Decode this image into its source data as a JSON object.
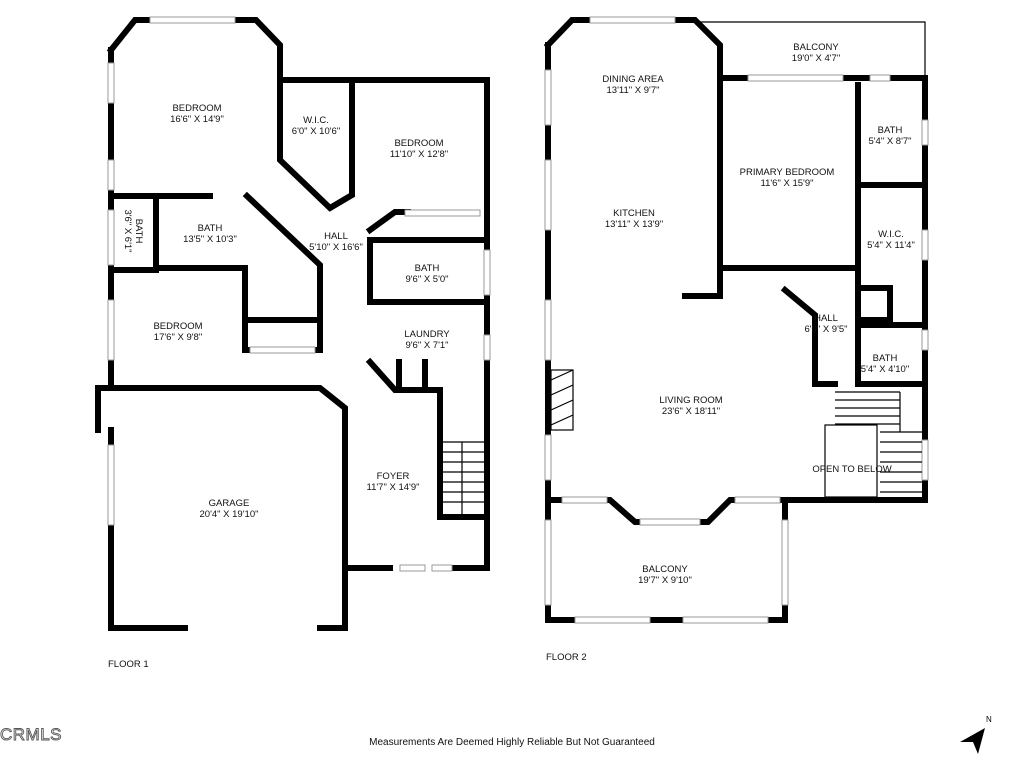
{
  "rooms": [
    {
      "id": "f1-bedroom-a",
      "name": "BEDROOM",
      "dims": "16'6\" X 14'9\""
    },
    {
      "id": "f1-wic",
      "name": "W.I.C.",
      "dims": "6'0\" X 10'6\""
    },
    {
      "id": "f1-bedroom-b",
      "name": "BEDROOM",
      "dims": "11'10\" X 12'8\""
    },
    {
      "id": "f1-bath-main",
      "name": "BATH",
      "dims": "13'5\" X 10'3\""
    },
    {
      "id": "f1-hall",
      "name": "HALL",
      "dims": "5'10\" X 16'6\""
    },
    {
      "id": "f1-bath-b",
      "name": "BATH",
      "dims": "9'6\" X 5'0\""
    },
    {
      "id": "f1-bedroom-c",
      "name": "BEDROOM",
      "dims": "17'6\" X 9'8\""
    },
    {
      "id": "f1-laundry",
      "name": "LAUNDRY",
      "dims": "9'6\" X 7'1\""
    },
    {
      "id": "f1-foyer",
      "name": "FOYER",
      "dims": "11'7\" X 14'9\""
    },
    {
      "id": "f1-garage",
      "name": "GARAGE",
      "dims": "20'4\" X 19'10\""
    },
    {
      "id": "f2-dining",
      "name": "DINING AREA",
      "dims": "13'11\" X 9'7\""
    },
    {
      "id": "f2-balcony-top",
      "name": "BALCONY",
      "dims": "19'0\" X 4'7\""
    },
    {
      "id": "f2-bath-a",
      "name": "BATH",
      "dims": "5'4\" X 8'7\""
    },
    {
      "id": "f2-primary",
      "name": "PRIMARY BEDROOM",
      "dims": "11'6\" X 15'9\""
    },
    {
      "id": "f2-kitchen",
      "name": "KITCHEN",
      "dims": "13'11\" X 13'9\""
    },
    {
      "id": "f2-wic",
      "name": "W.I.C.",
      "dims": "5'4\" X 11'4\""
    },
    {
      "id": "f2-hall",
      "name": "HALL",
      "dims": "6'0\" X 9'5\""
    },
    {
      "id": "f2-bath-b",
      "name": "BATH",
      "dims": "5'4\" X 4'10\""
    },
    {
      "id": "f2-living",
      "name": "LIVING ROOM",
      "dims": "23'6\" X 18'11\""
    },
    {
      "id": "f2-balcony-bottom",
      "name": "BALCONY",
      "dims": "19'7\" X 9'10\""
    }
  ],
  "bath_small": {
    "name": "BATH",
    "dims": "3'6\" X 6'1\""
  },
  "open_to_below": "OPEN TO BELOW",
  "floors": {
    "floor1": "FLOOR 1",
    "floor2": "FLOOR 2"
  },
  "footer": {
    "disclaimer": "Measurements Are Deemed Highly Reliable But Not Guaranteed"
  },
  "logo": {
    "text": "CRMLS"
  },
  "compass": {
    "label": "N"
  }
}
